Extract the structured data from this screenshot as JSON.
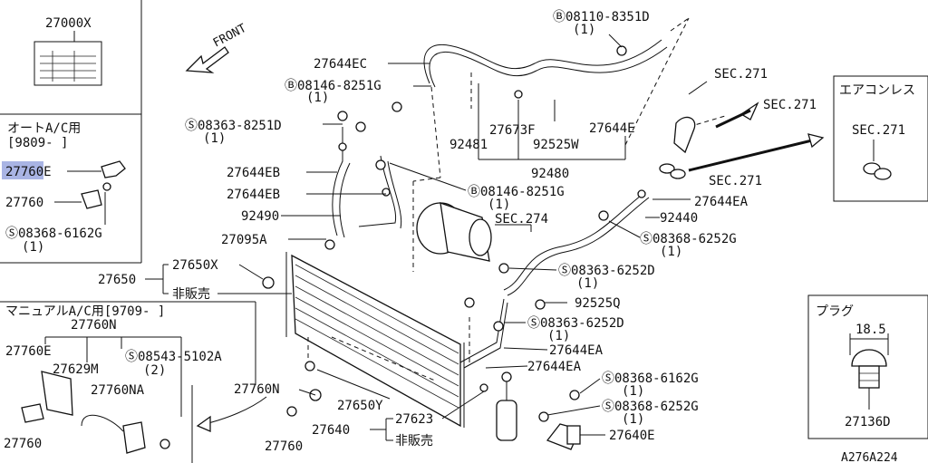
{
  "labels": {
    "part_27000X": "27000X",
    "auto_ac_header": "オートA/C用",
    "auto_ac_date": "[9809-      ]",
    "part_27760E_top": "27760E",
    "part_27760_top": "27760",
    "bolt_08368_6162G_left": "Ⓢ08368-6162G",
    "qty_1_a": "(1)",
    "manual_ac_header": "マニュアルA/C用[9709-     ]",
    "part_27760N_top": "27760N",
    "part_27760E_bot": "27760E",
    "part_27629M": "27629M",
    "bolt_08543_5102A": "Ⓢ08543-5102A",
    "qty_2": "(2)",
    "part_27760NA": "27760NA",
    "part_27760_bot": "27760",
    "front": "FRONT",
    "part_27644EC": "27644EC",
    "bolt_08146_8251G_top": "Ⓑ08146-8251G",
    "qty_1_b": "(1)",
    "bolt_08363_8251D": "Ⓢ08363-8251D",
    "qty_1_c": "(1)",
    "part_27644EB_1": "27644EB",
    "part_27644EB_2": "27644EB",
    "part_92490": "92490",
    "part_27095A": "27095A",
    "part_27650": "27650",
    "part_27650X": "27650X",
    "not_sold_1": "非販売",
    "part_27760N_mid": "27760N",
    "part_27760_mid": "27760",
    "part_27650Y": "27650Y",
    "part_27640": "27640",
    "part_27623": "27623",
    "not_sold_2": "非販売",
    "bolt_08110_8351D": "Ⓑ08110-8351D",
    "qty_1_d": "(1)",
    "part_27673F": "27673F",
    "part_27644E": "27644E",
    "part_92481": "92481",
    "part_92525W": "92525W",
    "part_92480": "92480",
    "bolt_08146_8251G_mid": "Ⓑ08146-8251G",
    "qty_1_e": "(1)",
    "sec_274": "SEC.274",
    "sec_271_a": "SEC.271",
    "sec_271_b": "SEC.271",
    "sec_271_c": "SEC.271",
    "part_27644EA_1": "27644EA",
    "part_92440": "92440",
    "bolt_08368_6252G_a": "Ⓢ08368-6252G",
    "qty_1_f": "(1)",
    "bolt_08363_6252D_a": "Ⓢ08363-6252D",
    "qty_1_g": "(1)",
    "part_92525Q": "92525Q",
    "bolt_08363_6252D_b": "Ⓢ08363-6252D",
    "qty_1_h": "(1)",
    "part_27644EA_2": "27644EA",
    "part_27644EA_3": "27644EA",
    "bolt_08368_6162G_right": "Ⓢ08368-6162G",
    "qty_1_i": "(1)",
    "bolt_08368_6252G_b": "Ⓢ08368-6252G",
    "qty_1_j": "(1)",
    "part_27640E": "27640E",
    "aircon_less_header": "エアコンレス",
    "sec_271_box": "SEC.271",
    "plug_header": "プラグ",
    "plug_dim": "18.5",
    "part_27136D": "27136D",
    "figure_id": "A276A224"
  },
  "colors": {
    "highlight": "#a9b4e4",
    "ink": "#111111",
    "background": "#ffffff"
  }
}
